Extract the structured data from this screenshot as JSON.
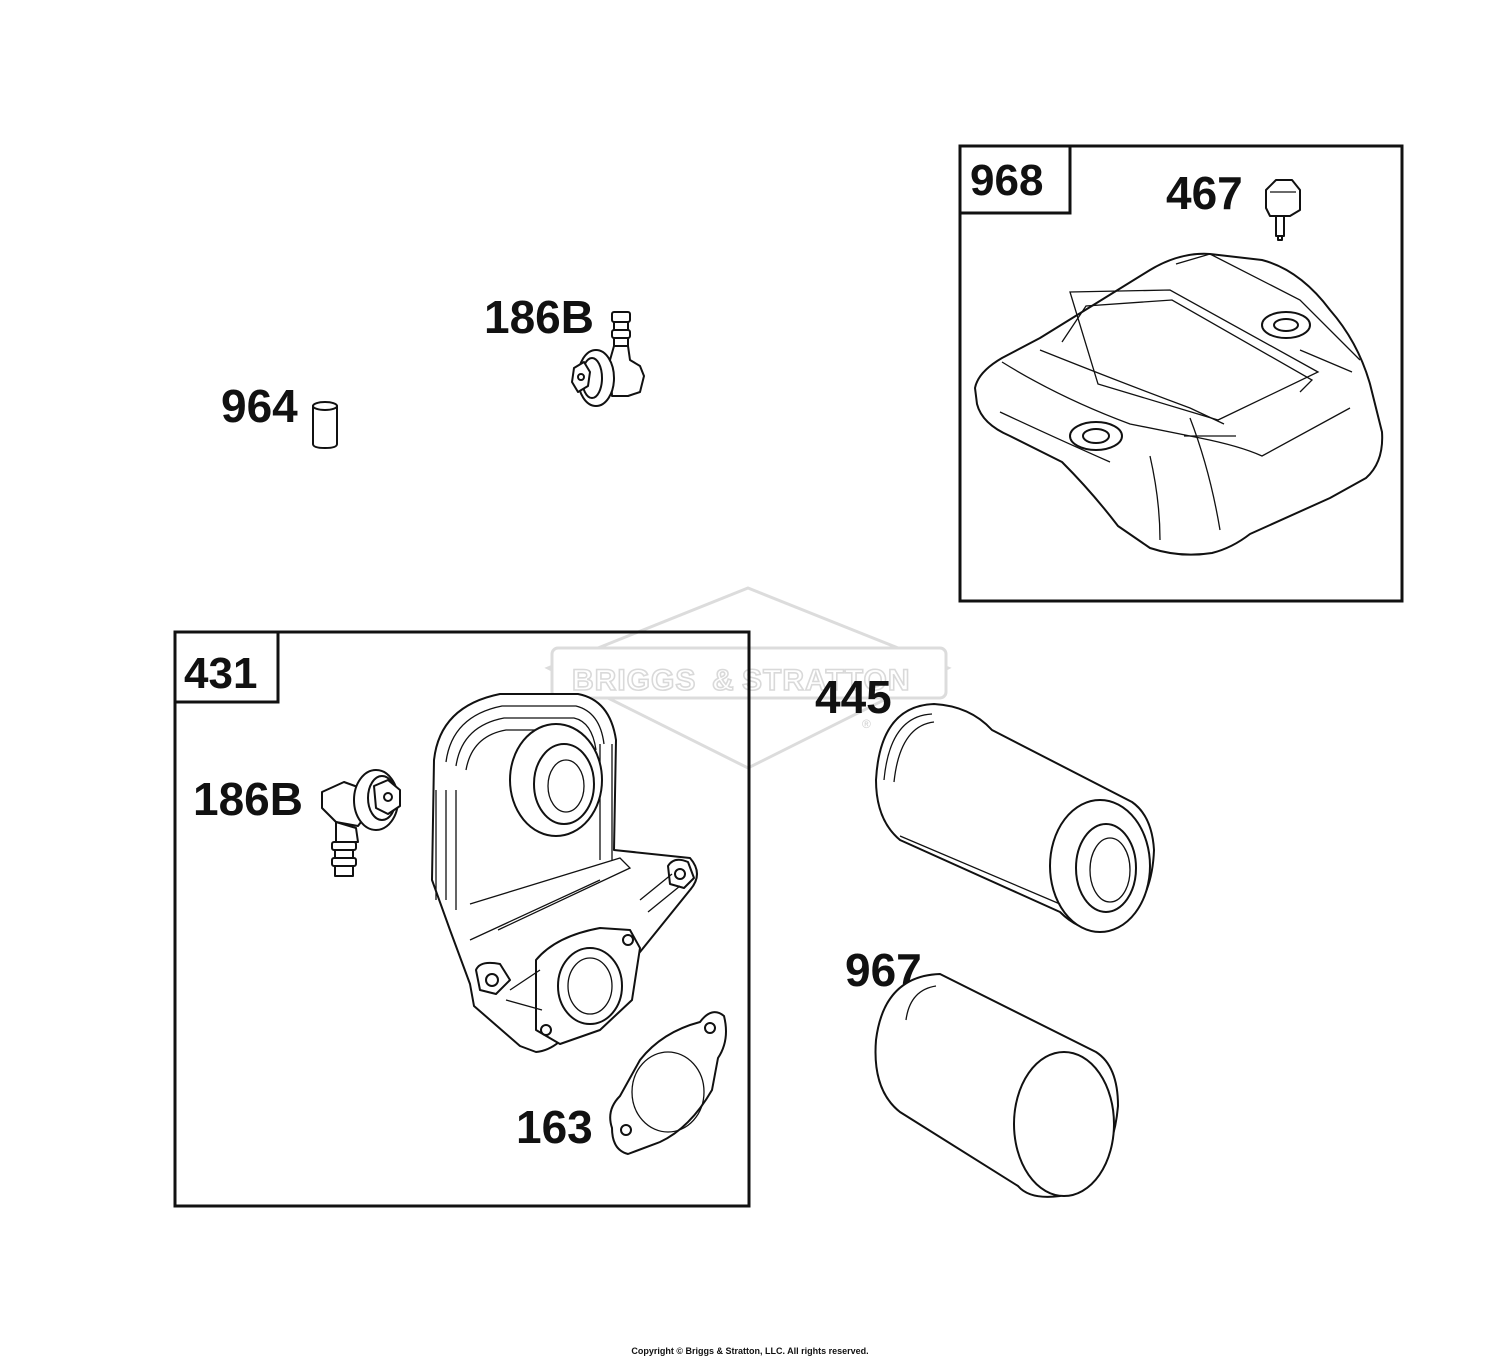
{
  "watermark": {
    "brand_left": "BRIGGS",
    "brand_amp": "&",
    "brand_right": "STRATTON",
    "registered_mark": "®"
  },
  "boxes": {
    "kit_968": {
      "label": "968"
    },
    "kit_431": {
      "label": "431"
    }
  },
  "callouts": {
    "part_467": "467",
    "part_186b_top": "186B",
    "part_964": "964",
    "part_186b_box": "186B",
    "part_445": "445",
    "part_967": "967",
    "part_163": "163"
  },
  "footer": {
    "copyright": "Copyright © Briggs & Stratton, LLC. All rights reserved."
  }
}
